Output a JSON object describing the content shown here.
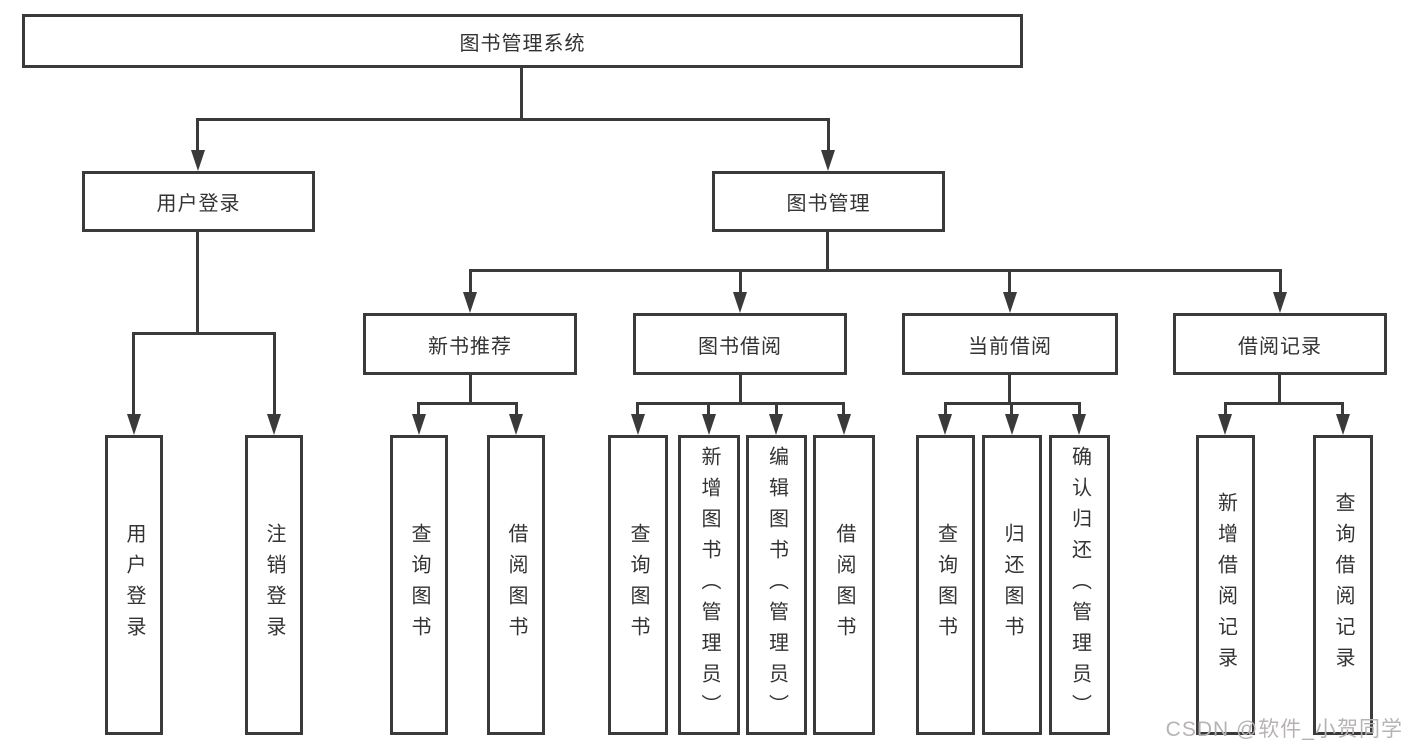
{
  "title": "图书管理系统",
  "watermark": "CSDN @软件_小贺同学",
  "colors": {
    "line": "#3a3a3a",
    "text": "#333333",
    "background": "#ffffff",
    "watermark": "#b7b3b3"
  },
  "nodes": {
    "root": "图书管理系统",
    "user_login": "用户登录",
    "book_mgmt": "图书管理",
    "new_book_rec": "新书推荐",
    "book_borrow": "图书借阅",
    "current_borrow": "当前借阅",
    "borrow_record": "借阅记录",
    "ul_login": "用户登录",
    "ul_logout": "注销登录",
    "nb_query": "查询图书",
    "nb_borrow": "借阅图书",
    "bb_query": "查询图书",
    "bb_add": "新增图书（管理员）",
    "bb_edit": "编辑图书（管理员）",
    "bb_borrow": "借阅图书",
    "cb_query": "查询图书",
    "cb_return": "归还图书",
    "cb_confirm": "确认归还（管理员）",
    "br_add": "新增借阅记录",
    "br_query": "查询借阅记录"
  },
  "structure": {
    "图书管理系统": {
      "用户登录": [
        "用户登录",
        "注销登录"
      ],
      "图书管理": {
        "新书推荐": [
          "查询图书",
          "借阅图书"
        ],
        "图书借阅": [
          "查询图书",
          "新增图书（管理员）",
          "编辑图书（管理员）",
          "借阅图书"
        ],
        "当前借阅": [
          "查询图书",
          "归还图书",
          "确认归还（管理员）"
        ],
        "借阅记录": [
          "新增借阅记录",
          "查询借阅记录"
        ]
      }
    }
  }
}
